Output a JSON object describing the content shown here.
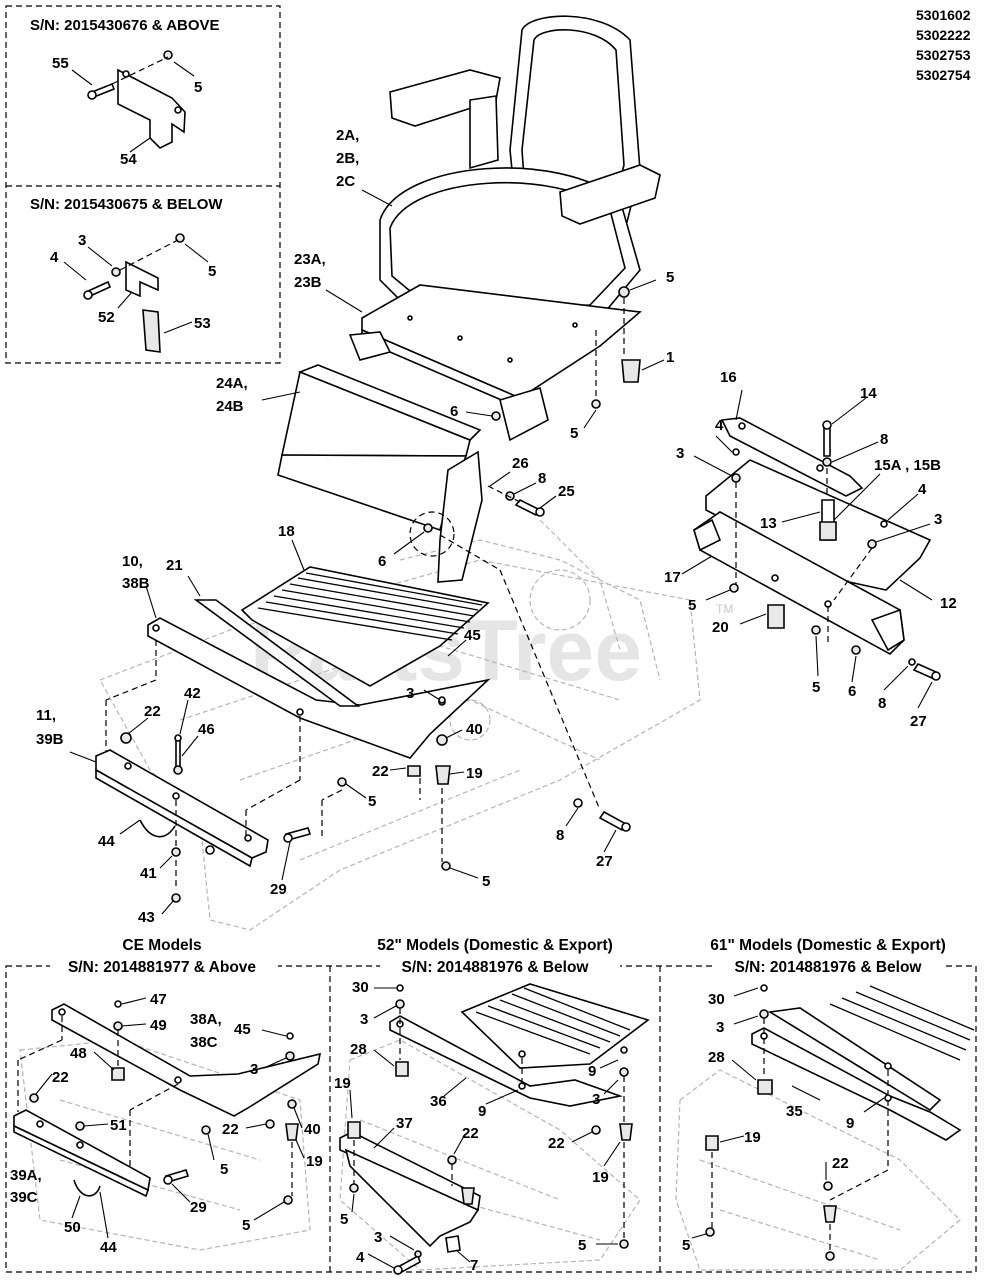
{
  "model_numbers": [
    "5301602",
    "5302222",
    "5302753",
    "5302754"
  ],
  "insets": {
    "top_a": "S/N: 2015430676 & ABOVE",
    "top_b": "S/N: 2015430675 & BELOW"
  },
  "bottom_panels": {
    "ce_title": "CE Models",
    "ce_sn": "S/N: 2014881977 & Above",
    "d52_title": "52\" Models (Domestic & Export)",
    "d52_sn": "S/N: 2014881976 & Below",
    "d61_title": "61\" Models (Domestic & Export)",
    "d61_sn": "S/N: 2014881976 & Below"
  },
  "watermark": {
    "text": "PartsTree",
    "tm": "TM"
  },
  "callouts": [
    "55",
    "5",
    "54",
    "3",
    "4",
    "5",
    "52",
    "53",
    "2A,",
    "2B,",
    "2C",
    "23A,",
    "23B",
    "5",
    "1",
    "24A,",
    "24B",
    "6",
    "5",
    "26",
    "8",
    "25",
    "6",
    "16",
    "14",
    "4",
    "8",
    "3",
    "15A , 15B",
    "4",
    "13",
    "3",
    "17",
    "12",
    "5",
    "20",
    "5",
    "6",
    "8",
    "27",
    "18",
    "10,",
    "38B",
    "21",
    "45",
    "3",
    "40",
    "42",
    "22",
    "46",
    "11,",
    "39B",
    "22",
    "19",
    "5",
    "8",
    "27",
    "44",
    "41",
    "29",
    "5",
    "43",
    "47",
    "38A,",
    "49",
    "38C",
    "45",
    "48",
    "3",
    "22",
    "51",
    "22",
    "40",
    "5",
    "19",
    "39A,",
    "39C",
    "29",
    "5",
    "50",
    "44",
    "30",
    "3",
    "28",
    "19",
    "36",
    "37",
    "9",
    "9",
    "3",
    "22",
    "22",
    "19",
    "5",
    "3",
    "4",
    "7",
    "5",
    "30",
    "3",
    "28",
    "35",
    "9",
    "19",
    "22",
    "5"
  ]
}
